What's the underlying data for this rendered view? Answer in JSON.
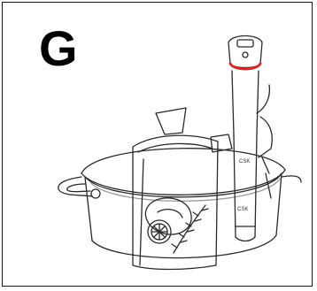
{
  "panel": {
    "step_letter": "G"
  },
  "device": {
    "brand_text_top": "CSK",
    "brand_text_bottom": "CSK",
    "accent_ring_color": "#d62a2a"
  },
  "colors": {
    "line": "#2a2a2a",
    "water": "#cfcfcf",
    "background": "#ffffff"
  },
  "icons": [
    "sous-vide-stick-icon",
    "pot-icon",
    "vacuum-bag-icon",
    "lemon-slice-icon",
    "rosemary-icon",
    "steak-icon"
  ]
}
